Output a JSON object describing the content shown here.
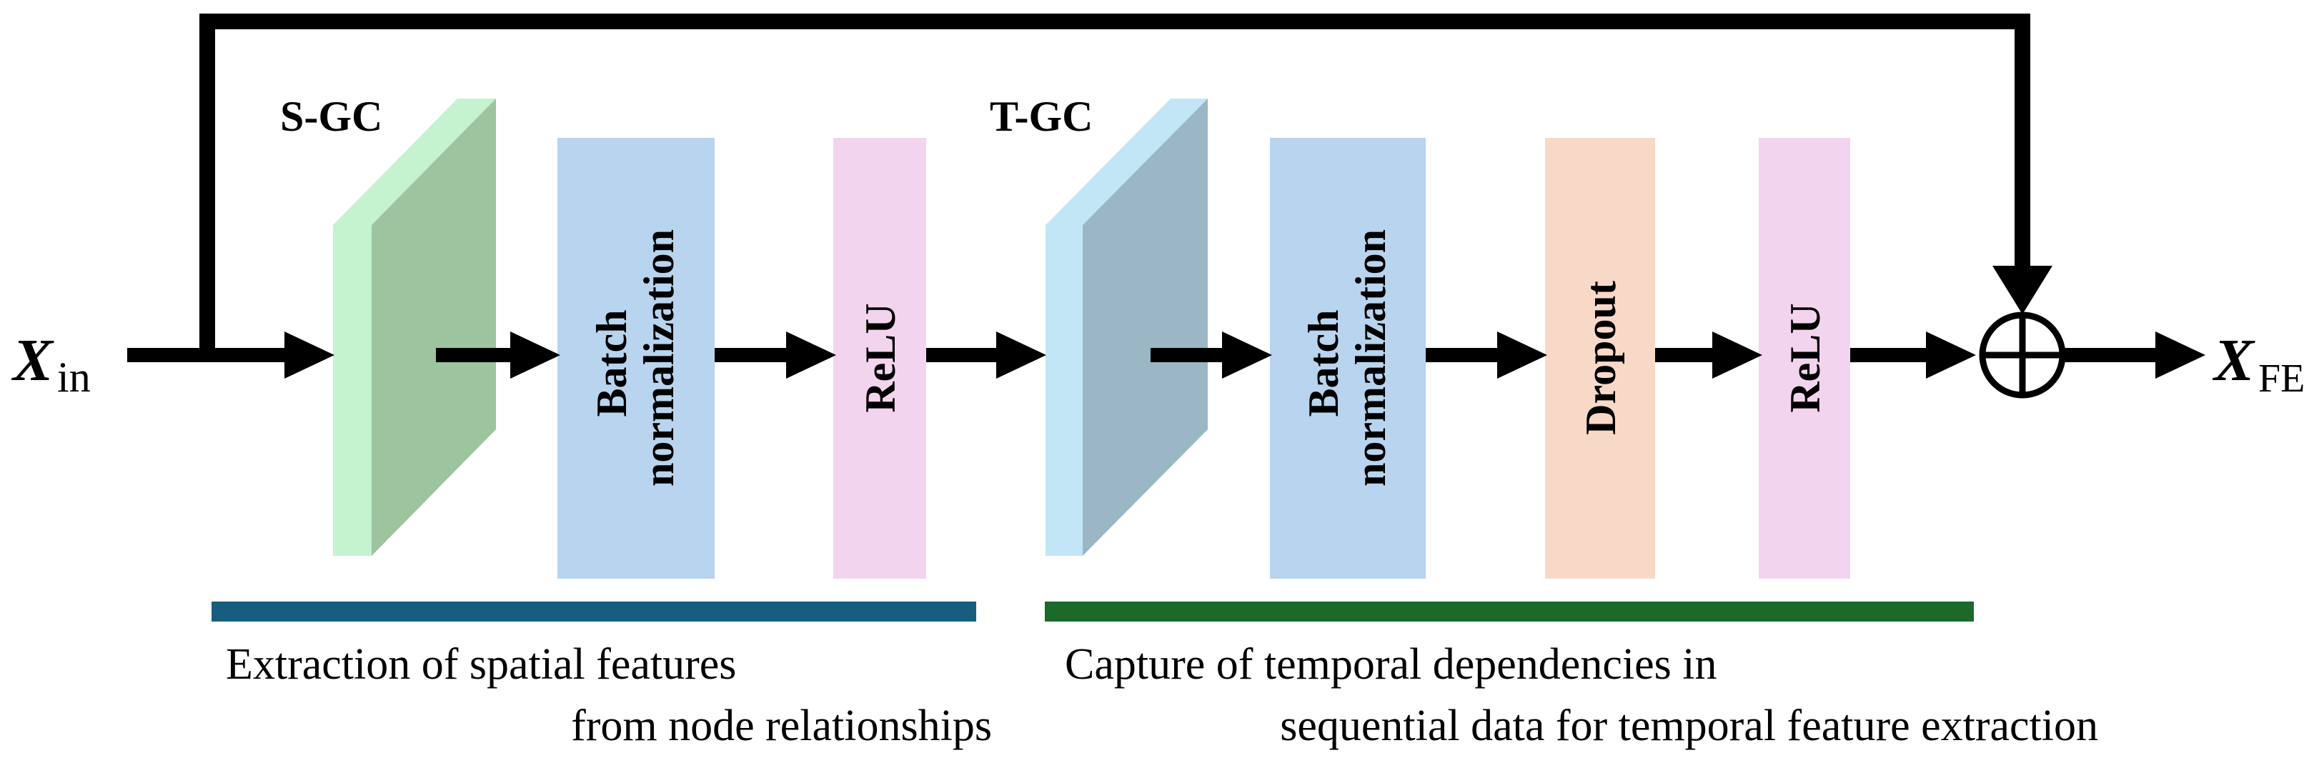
{
  "input": {
    "symbol": "X",
    "subscript": "in"
  },
  "output": {
    "symbol": "X",
    "subscript": "FE"
  },
  "blocks": {
    "sgc": {
      "label": "S-GC"
    },
    "bn1": {
      "label_line1": "Batch",
      "label_line2": "normalization"
    },
    "relu1": {
      "label": "ReLU"
    },
    "tgc": {
      "label": "T-GC"
    },
    "bn2": {
      "label_line1": "Batch",
      "label_line2": "normalization"
    },
    "dropout": {
      "label": "Dropout"
    },
    "relu2": {
      "label": "ReLU"
    }
  },
  "groups": {
    "spatial": {
      "line1": "Extraction of spatial features",
      "line2": "from node relationships",
      "color": "#175e7e"
    },
    "temporal": {
      "line1": "Capture of temporal dependencies in",
      "line2": "sequential data for temporal feature extraction",
      "color": "#1c6a2a"
    }
  },
  "colors": {
    "sgc_front": "#c5f2cf",
    "sgc_side": "#9dc39f",
    "tgc_front": "#c3e6f6",
    "tgc_side": "#9bb6c4",
    "batch_norm": "#b8d4ee",
    "relu": "#f3d4ee",
    "dropout": "#f8d9c8",
    "arrow": "#000000"
  }
}
